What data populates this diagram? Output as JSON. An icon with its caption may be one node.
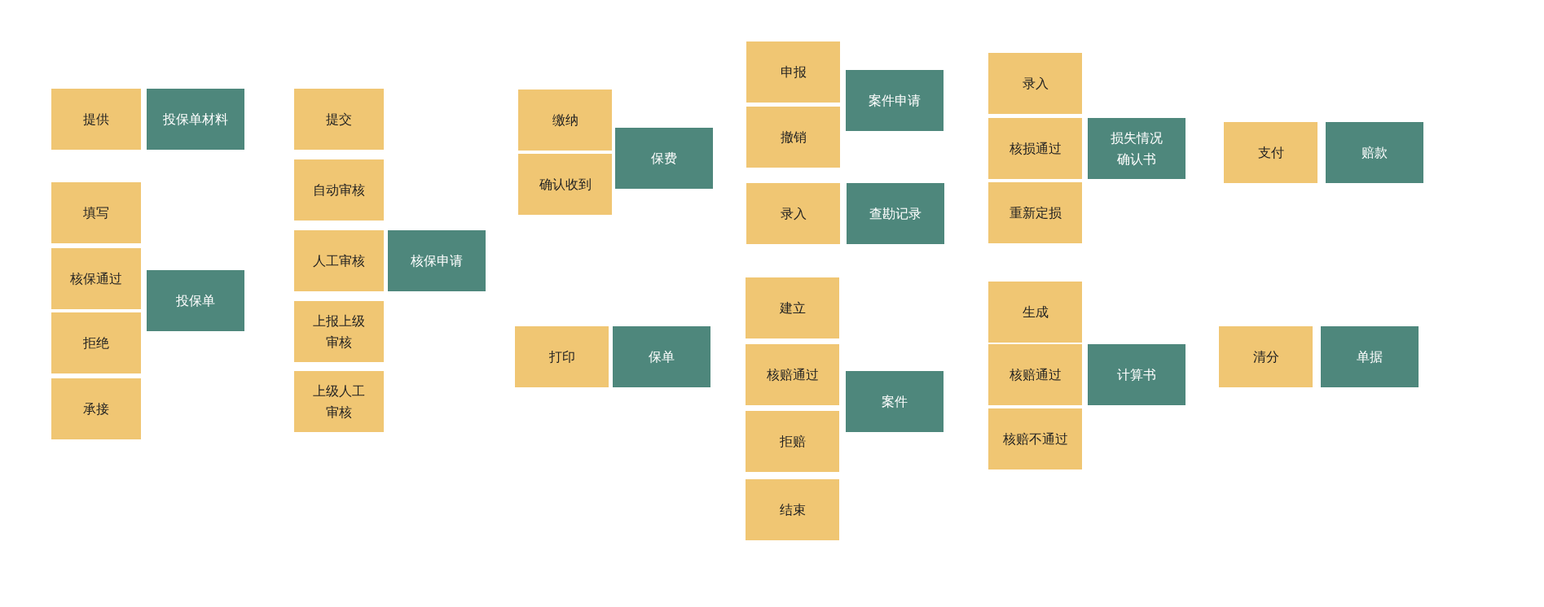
{
  "diagram": {
    "nodes": [
      {
        "text": [
          "提供"
        ]
      },
      {
        "text": [
          "投保单材料"
        ]
      },
      {
        "text": [
          "填写"
        ]
      },
      {
        "text": [
          "核保通过"
        ]
      },
      {
        "text": [
          "拒绝"
        ]
      },
      {
        "text": [
          "承接"
        ]
      },
      {
        "text": [
          "投保单"
        ]
      },
      {
        "text": [
          "提交"
        ]
      },
      {
        "text": [
          "自动审核"
        ]
      },
      {
        "text": [
          "人工审核"
        ]
      },
      {
        "text": [
          "核保申请"
        ]
      },
      {
        "text": [
          "上报上级审核"
        ]
      },
      {
        "text": [
          "上级人工审核"
        ]
      },
      {
        "text": [
          "缴纳"
        ]
      },
      {
        "text": [
          "确认收到"
        ]
      },
      {
        "text": [
          "保费"
        ]
      },
      {
        "text": [
          "打印"
        ]
      },
      {
        "text": [
          "保单"
        ]
      },
      {
        "text": [
          "申报"
        ]
      },
      {
        "text": [
          "撤销"
        ]
      },
      {
        "text": [
          "案件申请"
        ]
      },
      {
        "text": [
          "录入"
        ]
      },
      {
        "text": [
          "查勘记录"
        ]
      },
      {
        "text": [
          "建立"
        ]
      },
      {
        "text": [
          "核赔通过"
        ]
      },
      {
        "text": [
          "拒赔"
        ]
      },
      {
        "text": [
          "结束"
        ]
      },
      {
        "text": [
          "案件"
        ]
      },
      {
        "text": [
          "录入"
        ]
      },
      {
        "text": [
          "核损通过"
        ]
      },
      {
        "text": [
          "重新定损"
        ]
      },
      {
        "text": [
          "损失情况确认书"
        ]
      },
      {
        "text": [
          "支付"
        ]
      },
      {
        "text": [
          "赔款"
        ]
      },
      {
        "text": [
          "生成"
        ]
      },
      {
        "text": [
          "核赔通过"
        ]
      },
      {
        "text": [
          "核赔不通过"
        ]
      },
      {
        "text": [
          "计算书"
        ]
      },
      {
        "text": [
          "清分"
        ]
      },
      {
        "text": [
          "单据"
        ]
      }
    ]
  }
}
